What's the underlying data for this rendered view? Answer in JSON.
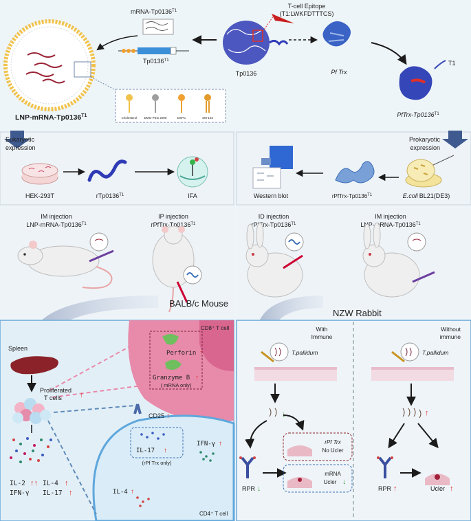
{
  "top": {
    "mrna_label": "mRNA-Tp0136",
    "epitope_line1": "T-cell Epitope",
    "epitope_line2": "(T1:LWKFDTTTCS)",
    "protein_label": "Tp0136",
    "construct_label": "Tp0136",
    "pftrx_label": "Pf Trx",
    "t1_label": "T1",
    "pftrx_tp_label": "PfTrx-Tp0136",
    "lnp_label": "LNP-mRNA-Tp0136",
    "sup": "T1",
    "lipids": [
      "Cholesterol",
      "DMG-PEG 2000",
      "DSPC",
      "SM-102"
    ]
  },
  "expression": {
    "euk_title_1": "Eukaryotic",
    "euk_title_2": "expression",
    "pro_title_1": "Prokaryotic",
    "pro_title_2": "expression",
    "hek": "HEK-293T",
    "rtp": "rTp0136",
    "ifa": "IFA",
    "western": "Western blot",
    "rpftrx": "rPfTrx-Tp0136",
    "ecoli_1": "E.coli",
    "ecoli_2": "BL21(DE3)"
  },
  "immunization": {
    "mouse_im_1": "IM injection",
    "mouse_im_2": "LNP-mRNA-Tp0136",
    "mouse_ip_1": "IP injection",
    "mouse_ip_2": "rPfTrx-Tp0136",
    "rabbit_id_1": "ID injection",
    "rabbit_id_2": "rPfTrx-Tp0136",
    "rabbit_im_1": "IM injection",
    "rabbit_im_2": "LNP-mRNA-Tp0136",
    "mouse_model": "BALB/c Mouse",
    "rabbit_model": "NZW Rabbit"
  },
  "mouse_results": {
    "spleen": "Spleen",
    "proliferated_1": "Proliferated",
    "proliferated_2": "T cells",
    "cd8": "CD8⁺ T cell",
    "perforin": "Perforin",
    "granzyme": "Granzyme B",
    "mrna_only": "( mRNA only)",
    "cd25": "CD25",
    "ifn_g": "IFN-γ",
    "il17": "IL-17",
    "rpftrx_only": "(rPf Trx only)",
    "il4": "IL-4",
    "cd4": "CD4⁺ T cell",
    "cytokines": [
      "IL-2",
      "IL-4",
      "IFN-γ",
      "IL-17"
    ]
  },
  "rabbit_results": {
    "with_1": "With",
    "with_2": "Immune",
    "without_1": "Without",
    "without_2": "immune",
    "tpallidum": "T.pallidum",
    "rpftrx_1": "rPf Trx",
    "rpftrx_2": "No Ucler",
    "mrna_1": "mRNA",
    "mrna_2": "Ucler",
    "rpr": "RPR",
    "ucler": "Ucler"
  },
  "colors": {
    "bg": "#eef5f8",
    "up_arrow": "#e0302a",
    "down_arrow": "#3f9e3a",
    "blue_arrow": "#3f5a8f",
    "cd8": "#e88aaa",
    "cd4": "#d9ecf7"
  }
}
